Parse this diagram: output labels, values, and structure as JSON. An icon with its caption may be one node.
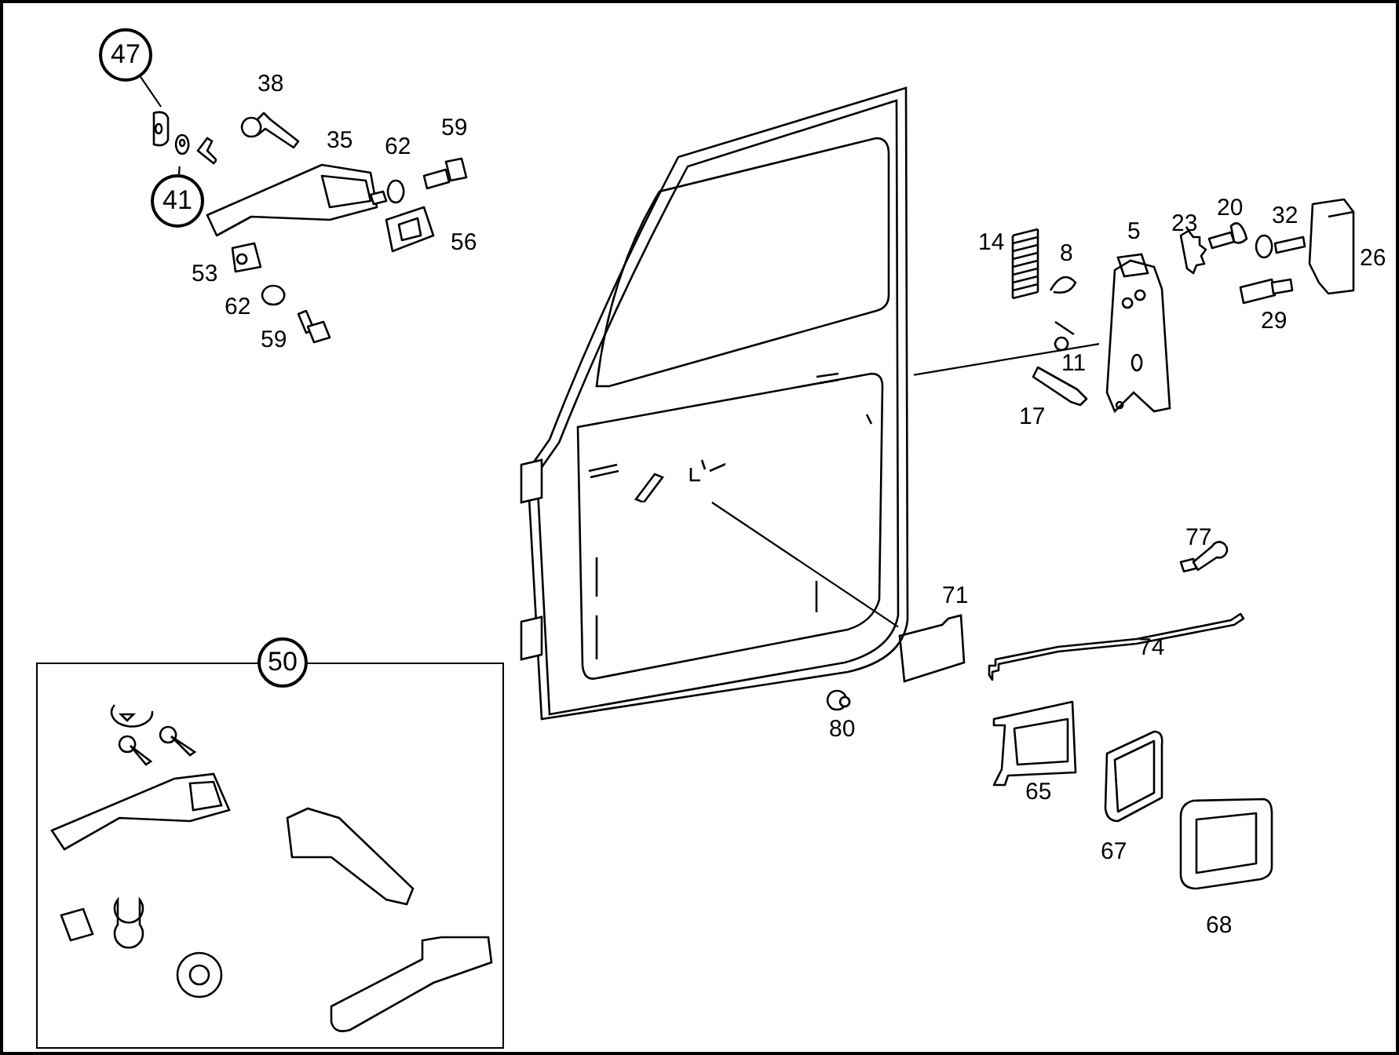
{
  "diagram": {
    "nodes": [
      {
        "text": [
          "47"
        ]
      },
      {
        "text": [
          "41"
        ]
      },
      {
        "text": [],
        "shape": "picture"
      },
      {
        "text": [],
        "shape": "picture"
      },
      {
        "text": [],
        "shape": "picture",
        "in": 3
      },
      {
        "text": [],
        "shape": "picture",
        "beside": [
          "5"
        ]
      },
      {
        "text": [],
        "shape": "picture",
        "beside": [
          "71"
        ]
      },
      {
        "text": [],
        "shape": "box"
      },
      {
        "text": [
          "50"
        ]
      }
    ],
    "edges": [
      {
        "from": 0,
        "to": 2,
        "arrow": "none"
      },
      {
        "from": 1,
        "to": 2,
        "arrow": "none"
      },
      {
        "from": 3,
        "to": 5,
        "arrow": "none"
      },
      {
        "from": 4,
        "to": 6,
        "arrow": "none"
      }
    ],
    "labels": [
      "38",
      "35",
      "62",
      "59",
      "56",
      "53",
      "62",
      "59",
      "14",
      "8",
      "23",
      "20",
      "32",
      "26",
      "29",
      "11",
      "17",
      "77",
      "74",
      "80",
      "65",
      "67",
      "68"
    ]
  }
}
